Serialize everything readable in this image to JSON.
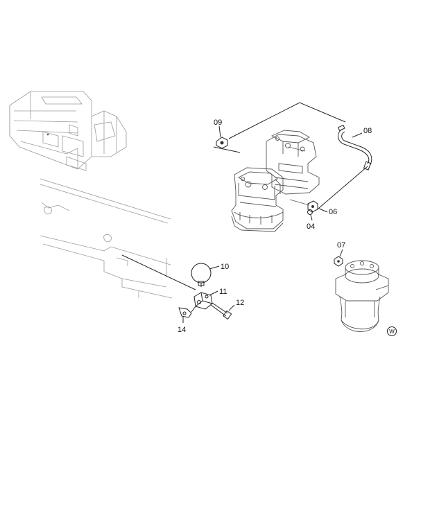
{
  "diagram": {
    "callouts": [
      {
        "id": "c09",
        "label": "09"
      },
      {
        "id": "c08",
        "label": "08"
      },
      {
        "id": "c06",
        "label": "06"
      },
      {
        "id": "c04",
        "label": "04"
      },
      {
        "id": "c07",
        "label": "07"
      },
      {
        "id": "c10",
        "label": "10"
      },
      {
        "id": "c11",
        "label": "11"
      },
      {
        "id": "c12",
        "label": "12"
      },
      {
        "id": "c14",
        "label": "14"
      }
    ],
    "corner_mark": "W"
  }
}
